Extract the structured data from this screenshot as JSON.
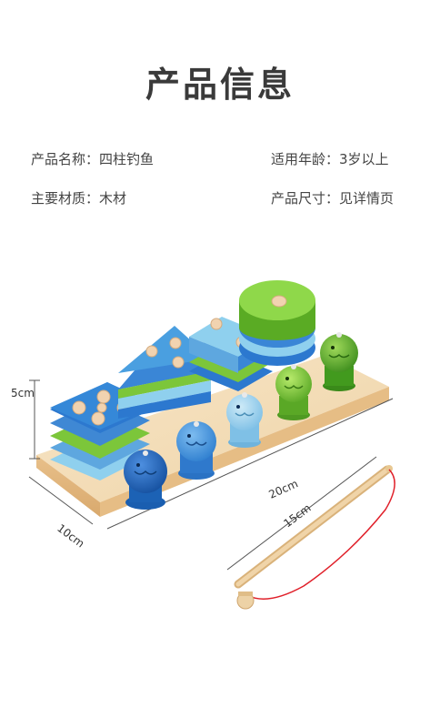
{
  "header": {
    "title": "产品信息"
  },
  "info": {
    "name_label": "产品名称：",
    "name_value": "四柱钓鱼",
    "age_label": "适用年龄：",
    "age_value": "3岁以上",
    "material_label": "主要材质：",
    "material_value": "木材",
    "size_label": "产品尺寸：",
    "size_value": "见详情页"
  },
  "dimensions": {
    "height": "5cm",
    "length": "20cm",
    "depth": "10cm",
    "rod": "15cm"
  },
  "colors": {
    "wood": "#f2d9b3",
    "wood_edge": "#e0b987",
    "blue_dark": "#1f6fc4",
    "blue_mid": "#4a9fe0",
    "blue_light": "#9fd3ee",
    "green": "#7cc63a",
    "green_light": "#bfe38a",
    "rope": "#e0202a"
  }
}
